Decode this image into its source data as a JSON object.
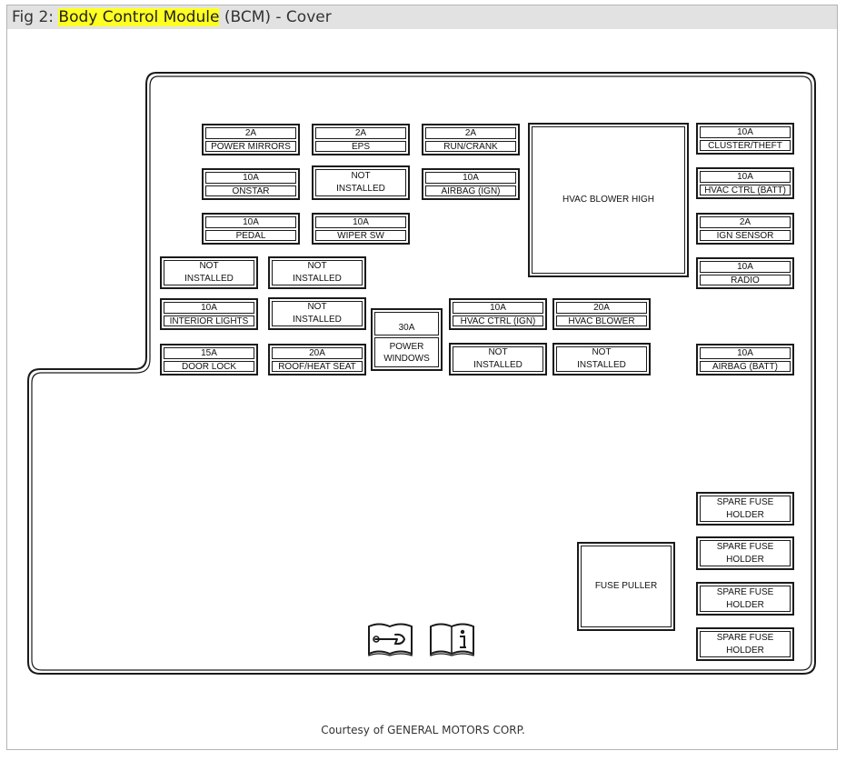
{
  "header": {
    "prefix": "Fig 2: ",
    "highlight": "Body Control Module",
    "suffix": " (BCM) - Cover"
  },
  "fuses": {
    "power_mirrors": {
      "amp": "2A",
      "label": "POWER MIRRORS"
    },
    "eps": {
      "amp": "2A",
      "label": "EPS"
    },
    "run_crank": {
      "amp": "2A",
      "label": "RUN/CRANK"
    },
    "onstar": {
      "amp": "10A",
      "label": "ONSTAR"
    },
    "not_installed_1": {
      "line1": "NOT",
      "line2": "INSTALLED"
    },
    "airbag_ign": {
      "amp": "10A",
      "label": "AIRBAG (IGN)"
    },
    "pedal": {
      "amp": "10A",
      "label": "PEDAL"
    },
    "wiper_sw": {
      "amp": "10A",
      "label": "WIPER SW"
    },
    "not_installed_2": {
      "line1": "NOT",
      "line2": "INSTALLED"
    },
    "not_installed_3": {
      "line1": "NOT",
      "line2": "INSTALLED"
    },
    "interior_lights": {
      "amp": "10A",
      "label": "INTERIOR LIGHTS"
    },
    "not_installed_4": {
      "line1": "NOT",
      "line2": "INSTALLED"
    },
    "door_lock": {
      "amp": "15A",
      "label": "DOOR LOCK"
    },
    "roof_heat_seat": {
      "amp": "20A",
      "label": "ROOF/HEAT SEAT"
    },
    "power_windows": {
      "amp": "30A",
      "line1": "POWER",
      "line2": "WINDOWS"
    },
    "hvac_ctrl_ign": {
      "amp": "10A",
      "label": "HVAC CTRL (IGN)"
    },
    "hvac_blower": {
      "amp": "20A",
      "label": "HVAC BLOWER"
    },
    "not_installed_5": {
      "line1": "NOT",
      "line2": "INSTALLED"
    },
    "not_installed_6": {
      "line1": "NOT",
      "line2": "INSTALLED"
    },
    "hvac_blower_high": {
      "label": "HVAC BLOWER HIGH"
    },
    "cluster_theft": {
      "amp": "10A",
      "label": "CLUSTER/THEFT"
    },
    "hvac_ctrl_batt": {
      "amp": "10A",
      "label": "HVAC CTRL (BATT)"
    },
    "ign_sensor": {
      "amp": "2A",
      "label": "IGN SENSOR"
    },
    "radio": {
      "amp": "10A",
      "label": "RADIO"
    },
    "airbag_batt": {
      "amp": "10A",
      "label": "AIRBAG (BATT)"
    },
    "spare_1": {
      "line1": "SPARE FUSE",
      "line2": "HOLDER"
    },
    "spare_2": {
      "line1": "SPARE FUSE",
      "line2": "HOLDER"
    },
    "spare_3": {
      "line1": "SPARE FUSE",
      "line2": "HOLDER"
    },
    "spare_4": {
      "line1": "SPARE FUSE",
      "line2": "HOLDER"
    },
    "fuse_puller": {
      "label": "FUSE PULLER"
    }
  },
  "icons": [
    "wrench-book-icon",
    "info-book-icon"
  ],
  "footer": {
    "courtesy": "Courtesy of GENERAL MOTORS CORP."
  }
}
